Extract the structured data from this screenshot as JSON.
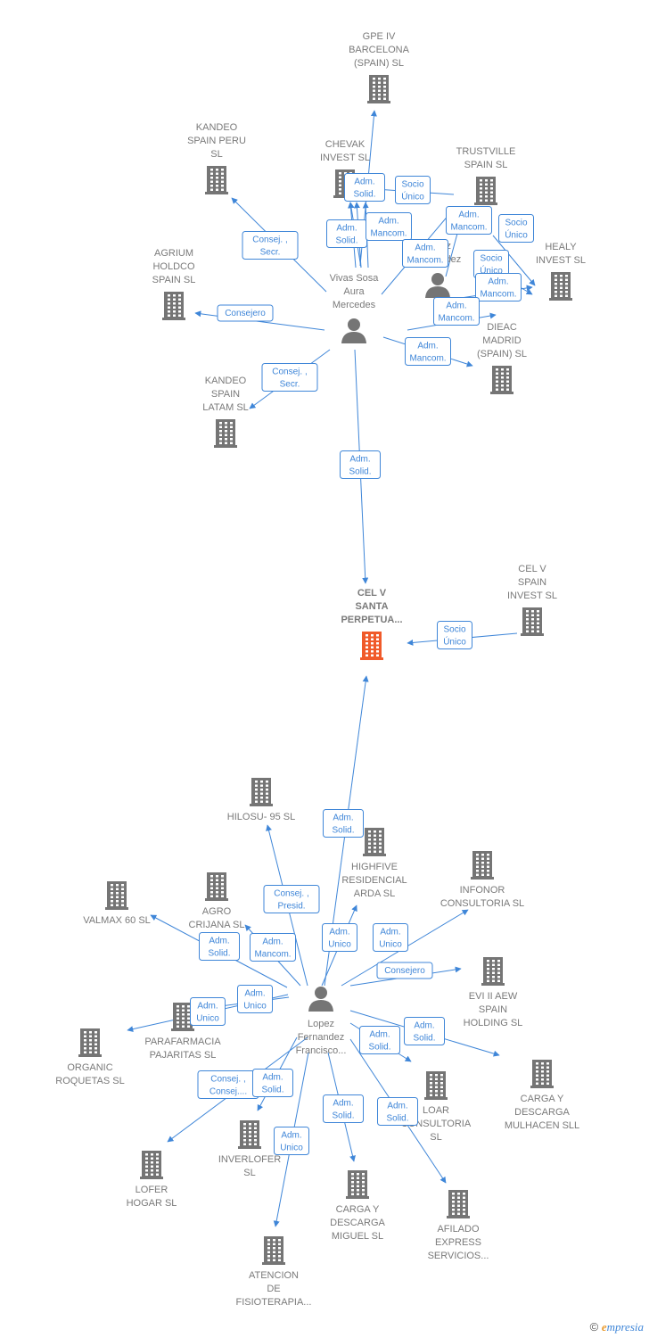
{
  "colors": {
    "edge": "#3f86d8",
    "company": "#757575",
    "focus": "#f05a2a",
    "person": "#757575"
  },
  "nodes": [
    {
      "id": "focus",
      "kind": "company",
      "icon": "building-icon",
      "focus": true,
      "lines": [
        "CEL V",
        "SANTA",
        "PERPETUA..."
      ]
    },
    {
      "id": "gpe",
      "kind": "company",
      "icon": "building-icon",
      "lines": [
        "GPE IV",
        "BARCELONA",
        "(SPAIN)  SL"
      ]
    },
    {
      "id": "kandeo_peru",
      "kind": "company",
      "icon": "building-icon",
      "lines": [
        "KANDEO",
        "SPAIN PERU",
        "SL"
      ]
    },
    {
      "id": "chevak",
      "kind": "company",
      "icon": "building-icon",
      "lines": [
        "CHEVAK",
        "INVEST  SL"
      ]
    },
    {
      "id": "trustville",
      "kind": "company",
      "icon": "building-icon",
      "lines": [
        "TRUSTVILLE",
        "SPAIN  SL"
      ]
    },
    {
      "id": "healy",
      "kind": "company",
      "icon": "building-icon",
      "lines": [
        "HEALY",
        "INVEST  SL"
      ]
    },
    {
      "id": "agrium",
      "kind": "company",
      "icon": "building-icon",
      "lines": [
        "AGRIUM",
        "HOLDCO",
        "SPAIN SL"
      ]
    },
    {
      "id": "dieac",
      "kind": "company",
      "icon": "building-icon",
      "lines": [
        "DIEAC",
        "MADRID",
        "(SPAIN)  SL"
      ]
    },
    {
      "id": "kandeo_latam",
      "kind": "company",
      "icon": "building-icon",
      "lines": [
        "KANDEO",
        "SPAIN",
        "LATAM  SL"
      ]
    },
    {
      "id": "vivas",
      "kind": "person",
      "icon": "person-icon",
      "lines": [
        "Vivas Sosa",
        "Aura",
        "Mercedes"
      ]
    },
    {
      "id": "lopez_top",
      "kind": "person",
      "icon": "person-icon",
      "lines": [
        "Lopez",
        "Fernandez"
      ]
    },
    {
      "id": "celv_spain",
      "kind": "company",
      "icon": "building-icon",
      "lines": [
        "CEL V",
        "SPAIN",
        "INVEST  SL"
      ]
    },
    {
      "id": "hilosu",
      "kind": "company",
      "icon": "building-icon",
      "lines": [
        "HILOSU- 95 SL"
      ]
    },
    {
      "id": "highfive",
      "kind": "company",
      "icon": "building-icon",
      "lines": [
        "HIGHFIVE",
        "RESIDENCIAL",
        "ARDA  SL"
      ]
    },
    {
      "id": "infonor",
      "kind": "company",
      "icon": "building-icon",
      "lines": [
        "INFONOR",
        "CONSULTORIA SL"
      ]
    },
    {
      "id": "valmax",
      "kind": "company",
      "icon": "building-icon",
      "lines": [
        "VALMAX 60 SL"
      ]
    },
    {
      "id": "agro",
      "kind": "company",
      "icon": "building-icon",
      "lines": [
        "AGRO",
        "CRIJANA SL"
      ]
    },
    {
      "id": "evi",
      "kind": "company",
      "icon": "building-icon",
      "lines": [
        "EVI II AEW",
        "SPAIN",
        "HOLDING  SL"
      ]
    },
    {
      "id": "lopez_bottom",
      "kind": "person",
      "icon": "person-icon",
      "lines": [
        "Lopez",
        "Fernandez",
        "Francisco..."
      ]
    },
    {
      "id": "parafarmacia",
      "kind": "company",
      "icon": "building-icon",
      "lines": [
        "PARAFARMACIA",
        "PAJARITAS  SL"
      ]
    },
    {
      "id": "organic",
      "kind": "company",
      "icon": "building-icon",
      "lines": [
        "ORGANIC",
        "ROQUETAS  SL"
      ]
    },
    {
      "id": "carga_mulhacen",
      "kind": "company",
      "icon": "building-icon",
      "lines": [
        "CARGA Y",
        "DESCARGA",
        "MULHACEN  SLL"
      ]
    },
    {
      "id": "loar",
      "kind": "company",
      "icon": "building-icon",
      "lines": [
        "LOAR",
        "CONSULTORIA",
        "SL"
      ]
    },
    {
      "id": "inverlofer",
      "kind": "company",
      "icon": "building-icon",
      "lines": [
        "INVERLOFER",
        "SL"
      ]
    },
    {
      "id": "lofer",
      "kind": "company",
      "icon": "building-icon",
      "lines": [
        "LOFER",
        "HOGAR SL"
      ]
    },
    {
      "id": "carga_miguel",
      "kind": "company",
      "icon": "building-icon",
      "lines": [
        "CARGA Y",
        "DESCARGA",
        "MIGUEL SL"
      ]
    },
    {
      "id": "afilado",
      "kind": "company",
      "icon": "building-icon",
      "lines": [
        "AFILADO",
        "EXPRESS",
        "SERVICIOS..."
      ]
    },
    {
      "id": "atencion",
      "kind": "company",
      "icon": "building-icon",
      "lines": [
        "ATENCION",
        "DE",
        "FISIOTERAPIA..."
      ]
    }
  ],
  "edges": [
    {
      "from": "vivas",
      "to": "gpe",
      "label": [
        "Adm.",
        "Solid."
      ]
    },
    {
      "from": "vivas",
      "to": "kandeo_peru",
      "label": [
        "Consej. ,",
        "Secr."
      ]
    },
    {
      "from": "vivas",
      "to": "chevak",
      "label": [
        "Adm.",
        "Solid."
      ]
    },
    {
      "from": "vivas",
      "to": "chevak",
      "label": [
        "Adm.",
        "Mancom."
      ]
    },
    {
      "from": "trustville",
      "to": "chevak",
      "label": [
        "Socio",
        "Único"
      ]
    },
    {
      "from": "vivas",
      "to": "trustville",
      "label": [
        "Adm.",
        "Mancom."
      ]
    },
    {
      "from": "lopez_top",
      "to": "trustville",
      "label": [
        "Adm.",
        "Mancom."
      ]
    },
    {
      "from": "lopez_top",
      "to": "healy",
      "label": [
        "Socio",
        "Único"
      ]
    },
    {
      "from": "vivas",
      "to": "healy",
      "label": [
        "Socio",
        "Único"
      ]
    },
    {
      "from": "lopez_top",
      "to": "healy",
      "label": [
        "Adm.",
        "Mancom."
      ]
    },
    {
      "from": "vivas",
      "to": "dieac",
      "label": [
        "Adm.",
        "Mancom."
      ]
    },
    {
      "from": "vivas",
      "to": "agrium",
      "label": [
        "Consejero"
      ]
    },
    {
      "from": "vivas",
      "to": "kandeo_latam",
      "label": [
        "Consej. ,",
        "Secr."
      ]
    },
    {
      "from": "vivas",
      "to": "dieac",
      "label": [
        "Adm.",
        "Mancom."
      ]
    },
    {
      "from": "vivas",
      "to": "focus",
      "label": [
        "Adm.",
        "Solid."
      ]
    },
    {
      "from": "celv_spain",
      "to": "focus",
      "label": [
        "Socio",
        "Único"
      ]
    },
    {
      "from": "lopez_bottom",
      "to": "focus",
      "label": [
        "Adm.",
        "Solid."
      ]
    },
    {
      "from": "lopez_bottom",
      "to": "hilosu",
      "label": [
        "Consej. ,",
        "Presid."
      ]
    },
    {
      "from": "lopez_bottom",
      "to": "highfive",
      "label": [
        "Adm.",
        "Unico"
      ]
    },
    {
      "from": "lopez_bottom",
      "to": "infonor",
      "label": [
        "Adm.",
        "Unico"
      ]
    },
    {
      "from": "lopez_bottom",
      "to": "valmax",
      "label": [
        "Adm.",
        "Solid."
      ]
    },
    {
      "from": "lopez_bottom",
      "to": "agro",
      "label": [
        "Adm.",
        "Mancom."
      ]
    },
    {
      "from": "lopez_bottom",
      "to": "evi",
      "label": [
        "Consejero"
      ]
    },
    {
      "from": "lopez_bottom",
      "to": "parafarmacia",
      "label": [
        "Adm.",
        "Unico"
      ]
    },
    {
      "from": "lopez_bottom",
      "to": "organic",
      "label": [
        "Adm.",
        "Unico"
      ]
    },
    {
      "from": "lopez_bottom",
      "to": "carga_mulhacen",
      "label": [
        "Adm.",
        "Solid."
      ]
    },
    {
      "from": "lopez_bottom",
      "to": "loar",
      "label": [
        "Adm.",
        "Solid."
      ]
    },
    {
      "from": "lopez_bottom",
      "to": "lofer",
      "label": [
        "Consej. ,",
        "Consej...."
      ]
    },
    {
      "from": "lopez_bottom",
      "to": "inverlofer",
      "label": [
        "Adm.",
        "Solid."
      ]
    },
    {
      "from": "lopez_bottom",
      "to": "atencion",
      "label": [
        "Adm.",
        "Solid."
      ]
    },
    {
      "from": "lopez_bottom",
      "to": "carga_miguel",
      "label": [
        "Adm.",
        "Solid."
      ]
    },
    {
      "from": "lopez_bottom",
      "to": "afilado",
      "label": [
        "Adm.",
        "Unico"
      ]
    }
  ],
  "footer": {
    "copyright": "©",
    "brand_initial": "e",
    "brand_rest": "mpresia"
  }
}
